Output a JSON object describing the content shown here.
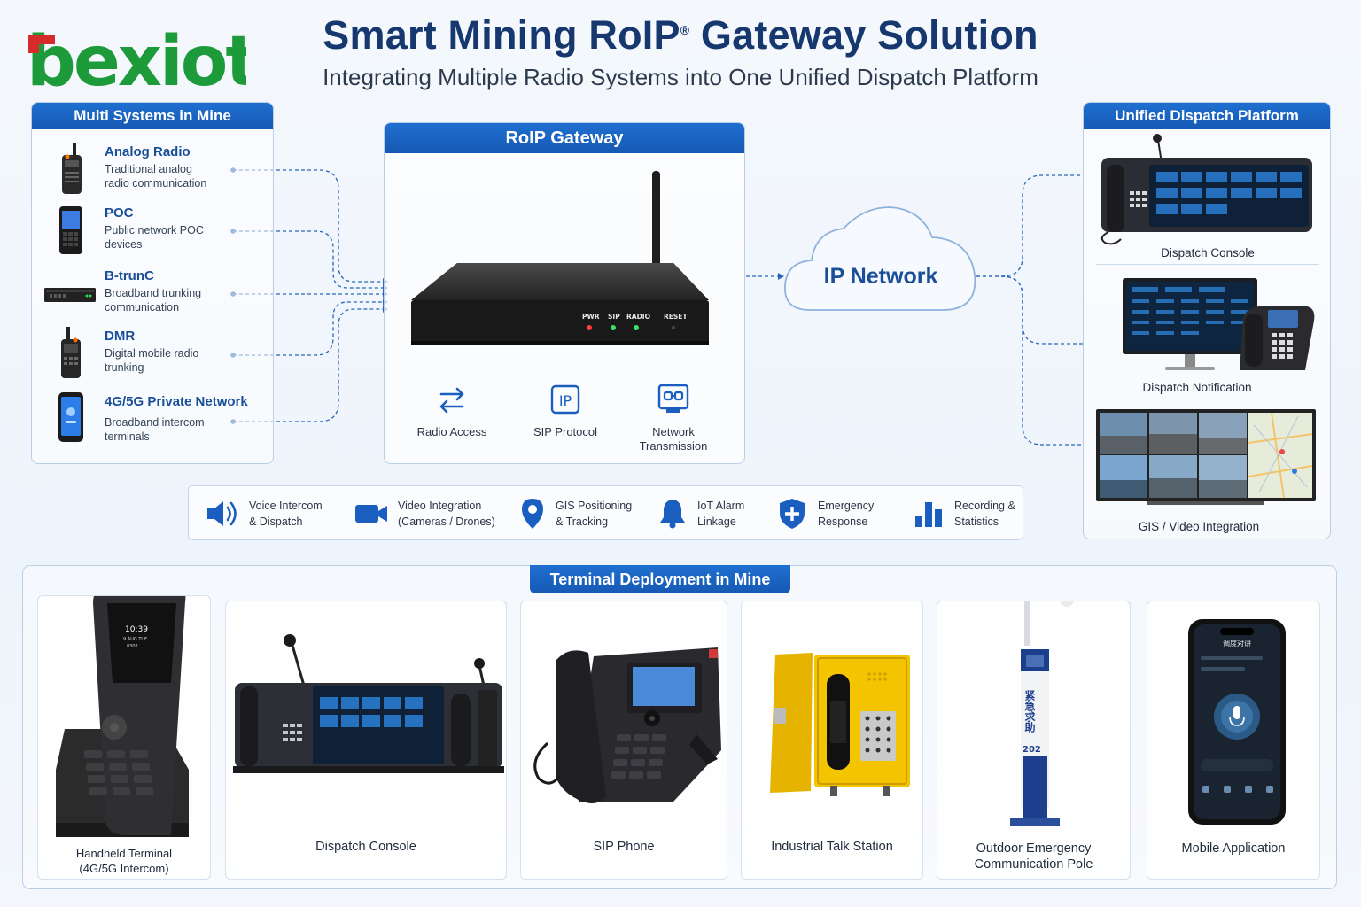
{
  "header": {
    "brand": "bexiot",
    "title": "Smart Mining RoIP Gateway Solution",
    "title_mark": "®",
    "subtitle": "Integrating Multiple Radio Systems into One Unified Dispatch Platform"
  },
  "left_panel": {
    "title": "Multi Systems in Mine",
    "items": [
      {
        "title": "Analog Radio",
        "desc": "Traditional analog radio communication",
        "icon": "walkie-talkie-icon"
      },
      {
        "title": "POC",
        "desc": "Public network POC devices",
        "icon": "poc-phone-icon"
      },
      {
        "title": "B-trunC",
        "desc": "Broadband trunking communication",
        "icon": "rack-unit-icon"
      },
      {
        "title": "DMR",
        "desc": "Digital mobile radio trunking",
        "icon": "dmr-radio-icon"
      },
      {
        "title": "4G/5G Private Network",
        "desc": "Broadband intercom terminals",
        "icon": "smartphone-icon"
      }
    ]
  },
  "gateway": {
    "title": "RoIP Gateway",
    "led_labels": [
      "PWR",
      "SIP",
      "RADIO",
      "RESET"
    ],
    "features": [
      {
        "label": "Radio Access",
        "icon": "radio-access-icon"
      },
      {
        "label": "SIP Protocol",
        "icon": "sip-icon",
        "glyph": "IP"
      },
      {
        "label": "Network Transmission",
        "icon": "network-icon"
      }
    ]
  },
  "network": {
    "label": "IP Network"
  },
  "right_panel": {
    "title": "Unified Dispatch Platform",
    "items": [
      {
        "label": "Dispatch Console"
      },
      {
        "label": "Dispatch Notification"
      },
      {
        "label": "GIS / Video Integration"
      }
    ]
  },
  "capabilities": [
    {
      "line1": "Voice Intercom",
      "line2": "& Dispatch",
      "icon": "speaker-icon"
    },
    {
      "line1": "Video Integration",
      "line2": "(Cameras / Drones)",
      "icon": "video-camera-icon"
    },
    {
      "line1": "GIS Positioning",
      "line2": "& Tracking",
      "icon": "location-pin-icon"
    },
    {
      "line1": "IoT Alarm",
      "line2": "Linkage",
      "icon": "bell-icon"
    },
    {
      "line1": "Emergency",
      "line2": "Response",
      "icon": "shield-plus-icon"
    },
    {
      "line1": "Recording &",
      "line2": "Statistics",
      "icon": "bar-chart-icon"
    }
  ],
  "terminals": {
    "title": "Terminal Deployment in Mine",
    "items": [
      {
        "line1": "Handheld Terminal",
        "line2": "(4G/5G Intercom)",
        "screen_time": "10:39",
        "screen_date": "9 AUG TUE",
        "screen_id": "8302"
      },
      {
        "line1": "Dispatch Console",
        "line2": ""
      },
      {
        "line1": "SIP Phone",
        "line2": ""
      },
      {
        "line1": "Industrial Talk Station",
        "line2": ""
      },
      {
        "line1": "Outdoor Emergency",
        "line2": "Communication Pole",
        "pole_text": "紧急求助",
        "pole_number": "202"
      },
      {
        "line1": "Mobile Application",
        "line2": "",
        "app_title": "调度对讲"
      }
    ]
  },
  "colors": {
    "brand_green": "#1d9a3a",
    "brand_red": "#d52b2b",
    "primary_blue": "#1a5fc0",
    "title_navy": "#16386e",
    "connector": "#2b66b8"
  }
}
